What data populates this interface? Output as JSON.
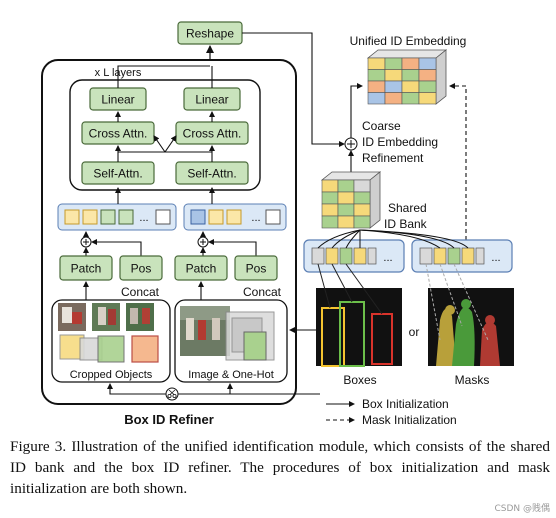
{
  "refiner": {
    "title": "Box ID Refiner",
    "repeat_label": "x L layers",
    "reshape": "Reshape",
    "left_column": {
      "linear": "Linear",
      "cross_attn": "Cross Attn.",
      "self_attn": "Self-Attn."
    },
    "right_column": {
      "linear": "Linear",
      "cross_attn": "Cross Attn.",
      "self_attn": "Self-Attn."
    },
    "patch_left": "Patch",
    "pos_left": "Pos",
    "patch_right": "Patch",
    "pos_right": "Pos",
    "concat_left": "Concat",
    "concat_right": "Concat",
    "cropped_objects": "Cropped Objects",
    "image_onehot": "Image & One-Hot",
    "token_ellipsis": "..."
  },
  "embedding": {
    "unified_title": "Unified ID Embedding",
    "coarse_label": [
      "Coarse",
      "ID Embedding",
      "Refinement"
    ],
    "plus_symbol": "+",
    "shared_bank": [
      "Shared",
      "ID Bank"
    ]
  },
  "init": {
    "boxes_label": "Boxes",
    "masks_label": "Masks",
    "or_label": "or",
    "legend_box": "Box Initialization",
    "legend_mask": "Mask Initialization",
    "token_ellipsis": "..."
  },
  "colors": {
    "yellow": "#f6d97a",
    "green": "#a9d18e",
    "blue": "#a9c4e6",
    "gray": "#d9d9d9",
    "red": "#e8776f",
    "orange": "#f4b183",
    "box_green": "#c9e3bc",
    "panel_blue": "#dbe8f6"
  },
  "caption": "Figure 3. Illustration of the unified identification module, which consists of the shared ID bank and the box ID refiner. The procedures of box initialization and mask initialization are both shown.",
  "watermark": "CSDN @贱偶"
}
